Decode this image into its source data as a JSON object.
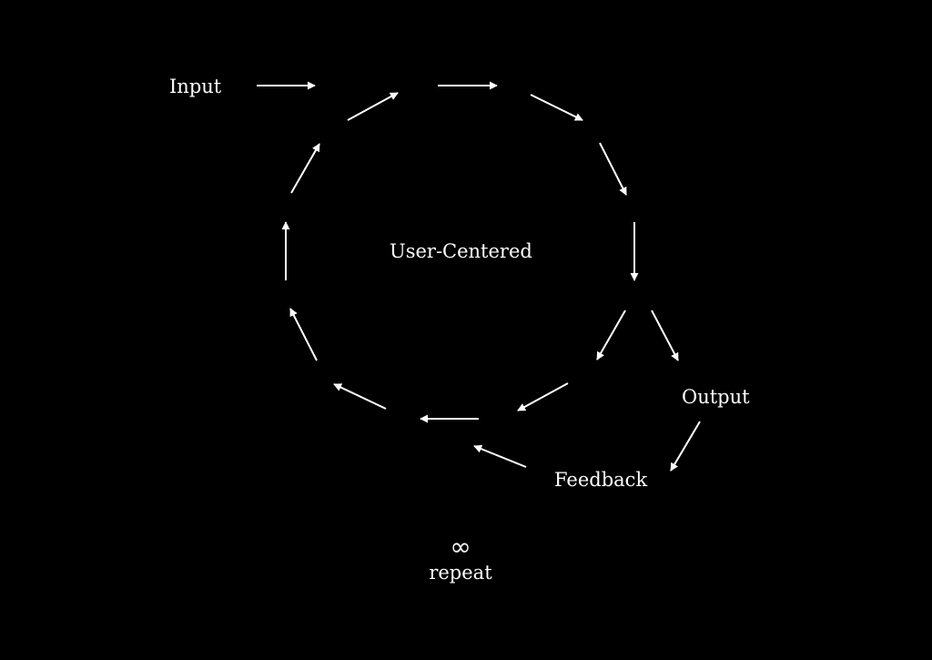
{
  "diagram": {
    "labels": {
      "input": "Input",
      "center": "User-Centered",
      "output": "Output",
      "feedback": "Feedback",
      "repeat": "repeat"
    },
    "icons": {
      "repeat_icon": "infinity-icon",
      "repeat_glyph": "∞"
    },
    "colors": {
      "background": "#000000",
      "foreground": "#ffffff"
    }
  }
}
